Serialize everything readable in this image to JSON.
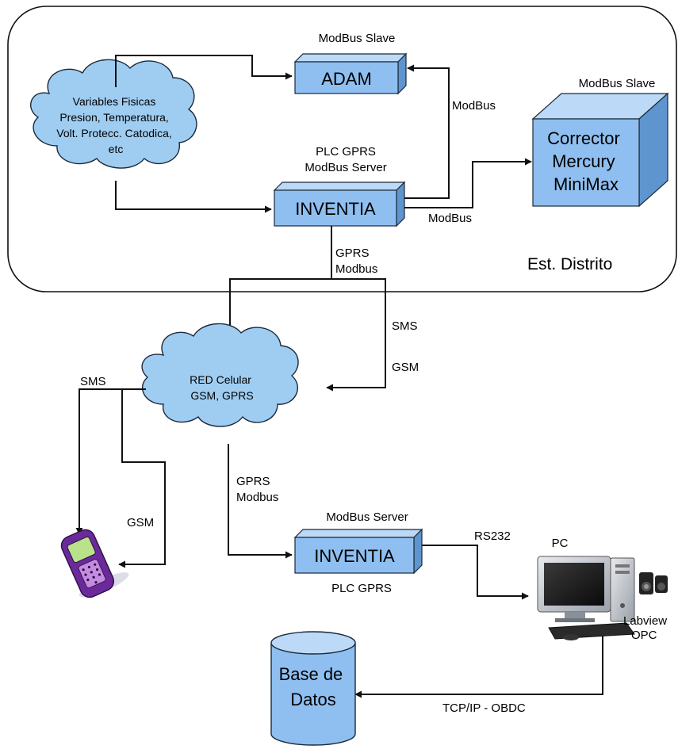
{
  "station": {
    "label": "Est. Distrito"
  },
  "adam": {
    "label": "ADAM",
    "role": "ModBus Slave"
  },
  "corrector": {
    "lines": [
      "Corrector",
      "Mercury",
      "MiniMax"
    ],
    "role": "ModBus Slave"
  },
  "plc_top": {
    "label": "INVENTIA",
    "caption_lines": [
      "PLC GPRS",
      "ModBus Server"
    ]
  },
  "physical_vars": {
    "lines": [
      "Variables Fisicas",
      "Presion, Temperatura,",
      "Volt. Protecc. Catodica,",
      "etc"
    ]
  },
  "cellular_net": {
    "lines": [
      "RED Celular",
      "GSM, GPRS"
    ]
  },
  "plc_bottom": {
    "label": "INVENTIA",
    "top_caption": "ModBus Server",
    "bottom_caption": "PLC GPRS"
  },
  "pc": {
    "label": "PC",
    "software_lines": [
      "Labview",
      "OPC"
    ]
  },
  "database": {
    "lines": [
      "Base de",
      "Datos"
    ]
  },
  "links": {
    "modbus_adam": "ModBus",
    "modbus_corrector": "ModBus",
    "gprs_modbus_top": [
      "GPRS",
      "Modbus"
    ],
    "sms_right": "SMS",
    "gsm_right": "GSM",
    "sms_left": "SMS",
    "gsm_left": "GSM",
    "gprs_modbus_bottom": [
      "GPRS",
      "Modbus"
    ],
    "rs232": "RS232",
    "tcpip": "TCP/IP - OBDC"
  },
  "colors": {
    "box_fill": "#8fbff0",
    "box_top": "#bcd9f7",
    "box_side": "#5f95cf",
    "box_stroke": "#1b2a3a",
    "cloud_fill": "#9fcdf2",
    "line": "#111111"
  }
}
